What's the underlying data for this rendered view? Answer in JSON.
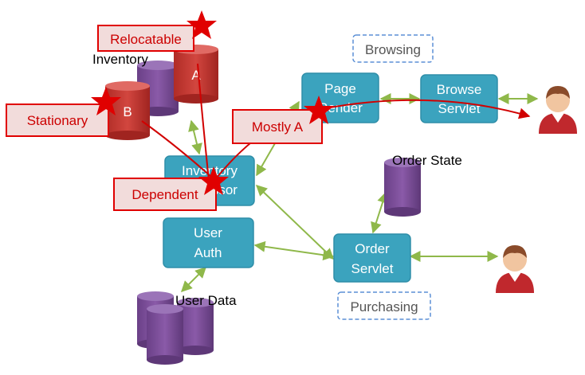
{
  "nodes": {
    "page_render": [
      "Page",
      "Render"
    ],
    "browse_servlet": [
      "Browse",
      "Servlet"
    ],
    "inventory_accessor": [
      "Inventory",
      "Accessor"
    ],
    "user_auth": [
      "User",
      "Auth"
    ],
    "order_servlet": [
      "Order",
      "Servlet"
    ]
  },
  "groups": {
    "browsing": "Browsing",
    "purchasing": "Purchasing"
  },
  "stores": {
    "inventory": "Inventory",
    "order_state": "Order State",
    "user_data": "User Data",
    "cylinder_a": "A",
    "cylinder_b": "B"
  },
  "callouts": {
    "relocatable": "Relocatable",
    "stationary": "Stationary",
    "mostly_a": "Mostly A",
    "dependent": "Dependent"
  },
  "colors": {
    "node_fill": "#3ba3be",
    "node_stroke": "#2f8ea8",
    "connector": "#8fb84a",
    "red_line": "#d10000",
    "callout_border": "#e00000",
    "callout_fill": "#f2dcdb",
    "purple_db": "#7a5195",
    "red_db": "#c0392b",
    "group_border": "#5b8fd6"
  },
  "icons": [
    "user-icon",
    "user-icon"
  ]
}
